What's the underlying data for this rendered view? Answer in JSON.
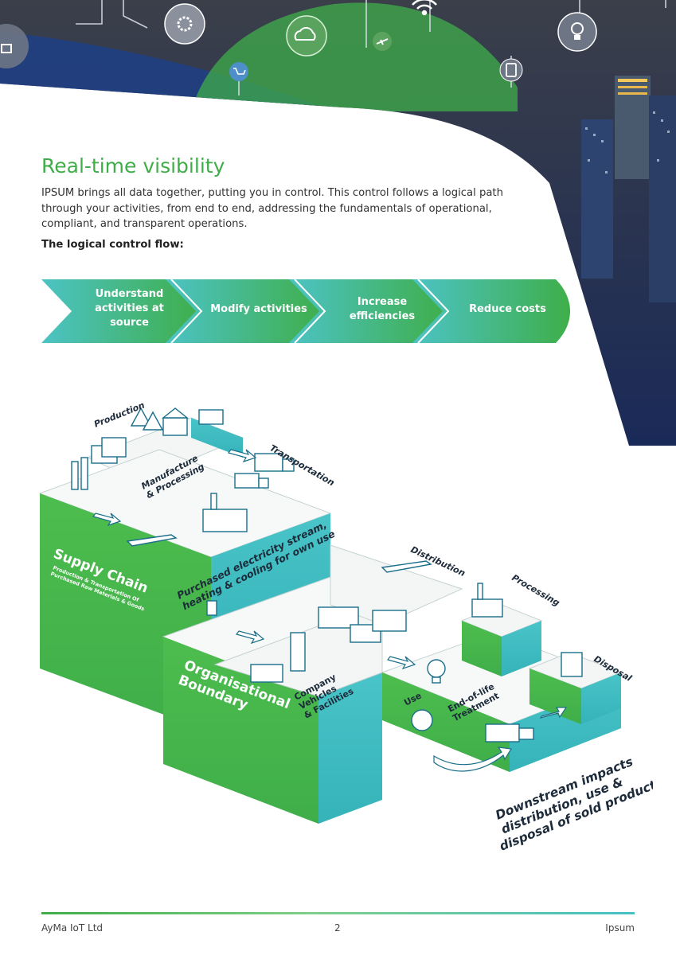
{
  "content": {
    "heading": "Real-time visibility",
    "intro": "IPSUM brings all data together, putting you in control. This control follows a logical path through your activities, from end to end, addressing the fundamentals of operational, compliant, and transparent operations.",
    "flow_label": "The logical control flow:"
  },
  "flow_steps": [
    {
      "lines": [
        "Understand",
        "activities at",
        "source"
      ]
    },
    {
      "lines": [
        "Modify activities"
      ]
    },
    {
      "lines": [
        "Increase",
        "efficiencies"
      ]
    },
    {
      "lines": [
        "Reduce costs"
      ]
    }
  ],
  "diagram": {
    "production": "Production",
    "manufacture_1": "Manufacture",
    "manufacture_2": "& Processing",
    "transportation": "Transportation",
    "supply_chain": "Supply Chain",
    "supply_sub_1": "Production & Transportation Of",
    "supply_sub_2": "Purchased Raw Materials & Goods",
    "purchased_1": "Purchased electricity stream,",
    "purchased_2": "heating & cooling for own use",
    "distribution": "Distribution",
    "processing": "Processing",
    "disposal": "Disposal",
    "org_1": "Organisational",
    "org_2": "Boundary",
    "company_1": "Company",
    "company_2": "Vehicles",
    "company_3": "& Facilities",
    "use": "Use",
    "eol_1": "End-of-life",
    "eol_2": "Treatment",
    "downstream_1": "Downstream impacts",
    "downstream_2": "distribution, use &",
    "downstream_3": "disposal of sold products"
  },
  "footer": {
    "company": "AyMa IoT Ltd",
    "page": "2",
    "product": "Ipsum"
  },
  "colors": {
    "green": "#3fae49",
    "teal": "#45c1c5",
    "navy": "#1b2d5a"
  },
  "icons": [
    "lock-icon",
    "gears-icon",
    "cloud-icon",
    "wifi-icon",
    "lightbulb-icon",
    "cart-icon",
    "airplane-icon",
    "tablet-icon"
  ]
}
